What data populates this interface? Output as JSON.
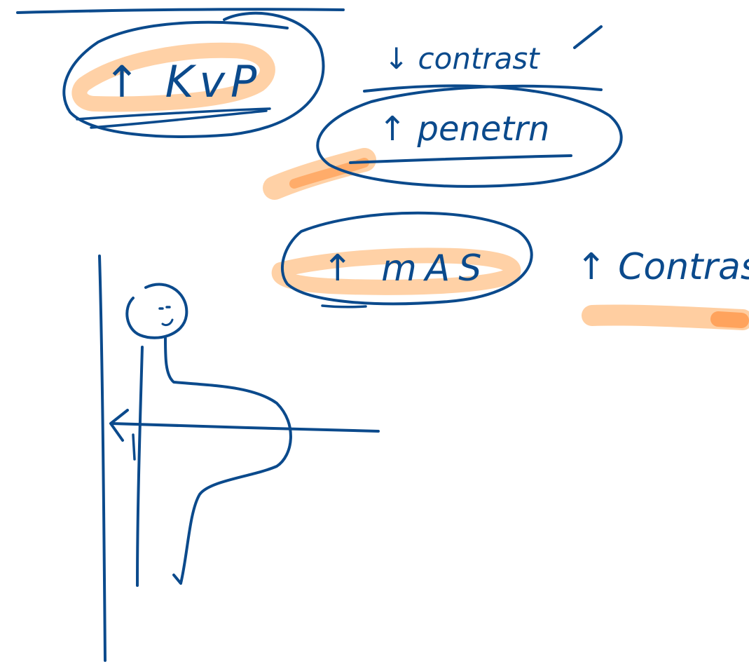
{
  "notes": {
    "kvp": "↑ KvP",
    "contrast_down": "↓ contrast",
    "penetration": "↑ penetrn",
    "mas": "↑ mAS",
    "contrast_up": "↑ Contrast"
  },
  "colors": {
    "ink": "#0b4a8c",
    "highlighter": "#ffc997",
    "highlighter_dark": "#ff9f55",
    "background": "#ffffff"
  }
}
